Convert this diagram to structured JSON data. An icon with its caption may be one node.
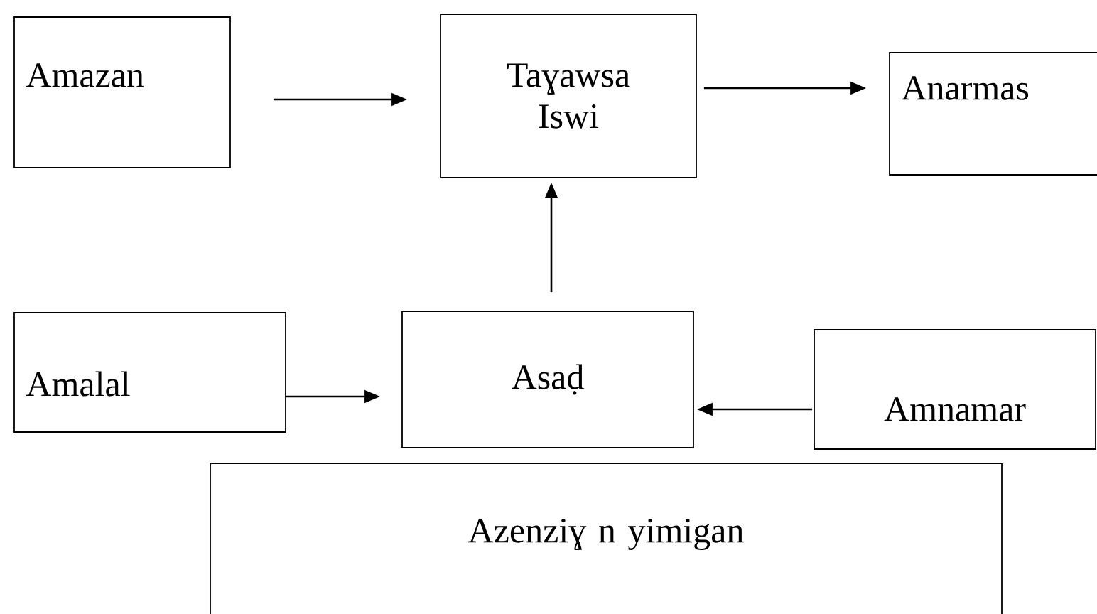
{
  "diagram": {
    "nodes": [
      {
        "text": [
          "Amazan"
        ]
      },
      {
        "text": [
          "Taɣawsa Iswi"
        ]
      },
      {
        "text": [
          "Anarmas"
        ]
      },
      {
        "text": [
          "Amalal"
        ]
      },
      {
        "text": [
          "Asaḍ"
        ]
      },
      {
        "text": [
          "Amnamar"
        ]
      },
      {
        "text": [
          "Azenziɣ n yimigan"
        ]
      }
    ],
    "edges": [
      {
        "from": 0,
        "to": 1,
        "arrow": "to"
      },
      {
        "from": 1,
        "to": 2,
        "arrow": "to"
      },
      {
        "from": 4,
        "to": 1,
        "arrow": "to"
      },
      {
        "from": 3,
        "to": 4,
        "arrow": "to"
      },
      {
        "from": 5,
        "to": 4,
        "arrow": "to"
      }
    ]
  }
}
